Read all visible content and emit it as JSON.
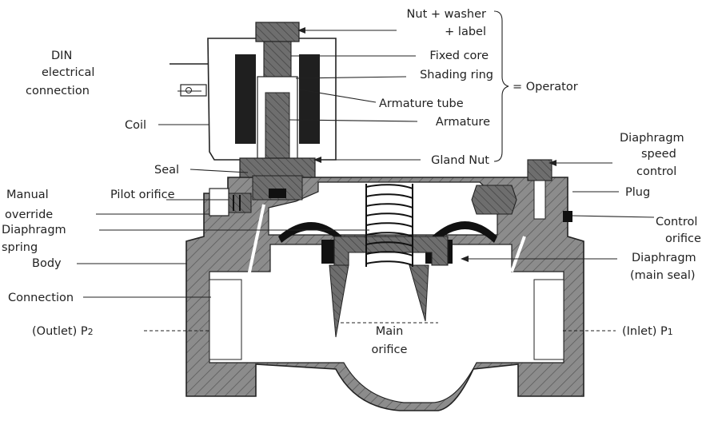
{
  "labels": {
    "nut": "Nut + washer",
    "label_word": "+ label",
    "fixed_core": "Fixed core",
    "shading_ring": "Shading ring",
    "armature_tube": "Armature tube",
    "armature": "Armature",
    "gland_nut": "Gland Nut",
    "operator": "= Operator",
    "din_1": "DIN",
    "din_2": "electrical",
    "din_3": "connection",
    "coil": "Coil",
    "seal": "Seal",
    "pilot_orifice": "Pilot orifice",
    "manual_1": "Manual",
    "manual_2": "override",
    "diaphragm_spring_1": "Diaphragm",
    "diaphragm_spring_2": "spring",
    "body": "Body",
    "connection": "Connection",
    "outlet": "(Outlet) P",
    "outlet_sub": "2",
    "main_orifice_1": "Main",
    "main_orifice_2": "orifice",
    "inlet": "(Inlet) P",
    "inlet_sub": "1",
    "speed_1": "Diaphragm",
    "speed_2": "speed",
    "speed_3": "control",
    "plug": "Plug",
    "control_1": "Control",
    "control_2": "orifice",
    "diaphragm_main_1": "Diaphragm",
    "diaphragm_main_2": "(main seal)"
  },
  "colors": {
    "hatch_fill": "#8c8c8c",
    "coil_fill": "#1f1f1f",
    "diaphragm_fill": "#111111",
    "cavity_fill": "#ffffff"
  }
}
